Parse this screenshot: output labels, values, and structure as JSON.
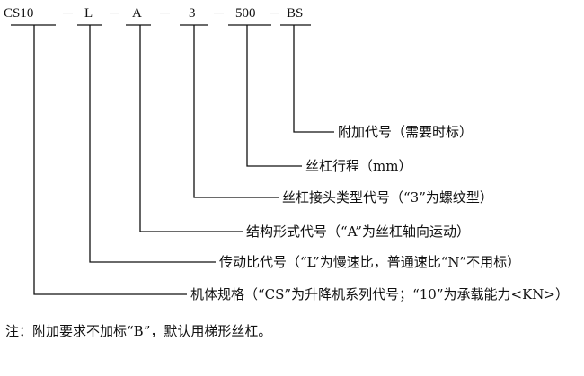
{
  "code_parts": [
    "CS10",
    "L",
    "A",
    "3",
    "500",
    "BS"
  ],
  "separator": "－",
  "descriptions": [
    "附加代号（需要时标）",
    "丝杠行程（mm）",
    "丝杠接头类型代号（“3”为螺纹型）",
    "结构形式代号（“A”为丝杠轴向运动）",
    "传动比代号（“L”为慢速比，普通速比“N”不用标）",
    "机体规格（“CS”为升降机系列代号；“10”为承载能力<KN>）"
  ],
  "note": "注：附加要求不加标“B”，默认用梯形丝杠。"
}
